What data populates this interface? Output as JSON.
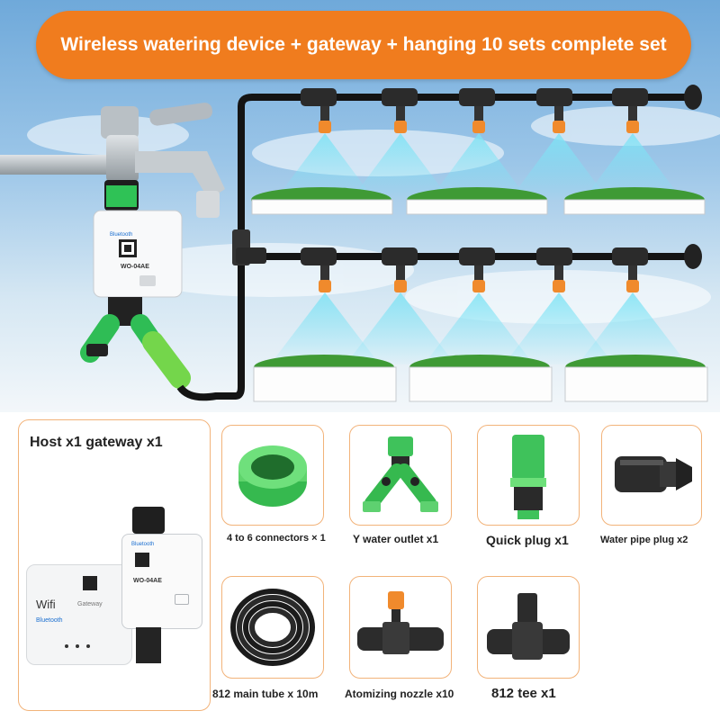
{
  "banner": {
    "title": "Wireless watering device + gateway + hanging 10 sets complete set"
  },
  "host_panel": {
    "title": "Host x1 gateway x1",
    "gateway_wifi": "Wifi",
    "gateway_bluetooth": "Bluetooth",
    "gateway_label": "Gateway",
    "device_model": "WO-04AE",
    "device_brand": "Bluetooth"
  },
  "hero_device": {
    "brand": "Bluetooth",
    "model": "WO-04AE"
  },
  "parts": [
    {
      "label": "4 to 6 connectors × 1",
      "icon": "connector-ring-icon"
    },
    {
      "label": "Y water outlet x1",
      "icon": "y-splitter-icon"
    },
    {
      "label": "Quick plug x1",
      "icon": "quick-plug-icon"
    },
    {
      "label": "Water pipe plug x2",
      "icon": "pipe-plug-icon"
    },
    {
      "label": "812 main tube x 10m",
      "icon": "tube-coil-icon"
    },
    {
      "label": "Atomizing nozzle x10",
      "icon": "nozzle-icon"
    },
    {
      "label": "812 tee x1",
      "icon": "tee-icon"
    }
  ],
  "colors": {
    "accent": "#f07c1e",
    "card_border": "#f2b37a",
    "fitting_green": "#3fc25b",
    "nozzle_orange": "#f08a2c"
  }
}
